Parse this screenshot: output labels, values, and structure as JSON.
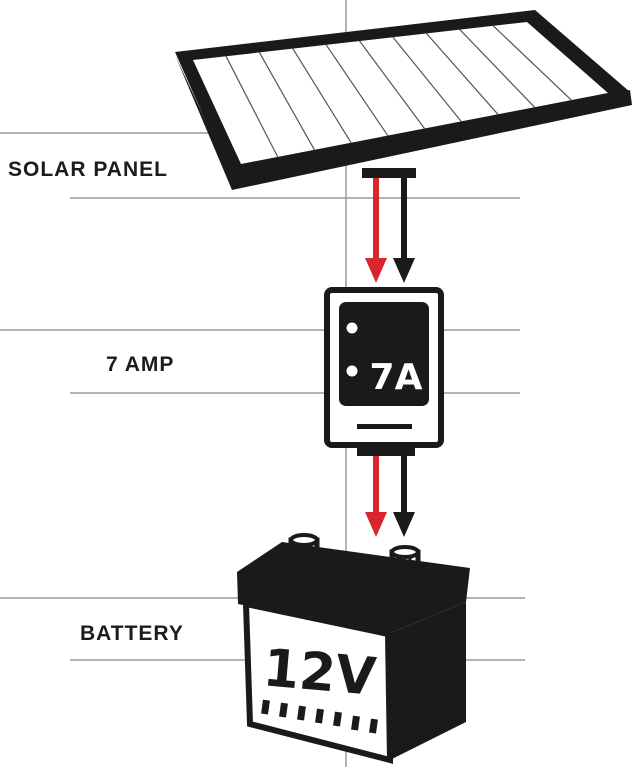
{
  "labels": {
    "solar_panel": "SOLAR PANEL",
    "controller": "7 AMP",
    "battery": "BATTERY"
  },
  "controller_display": "7A",
  "battery_voltage": "12V",
  "colors": {
    "positive_wire": "#d8262d",
    "negative_wire": "#1a1a1a",
    "outline": "#1a1a1a",
    "guide_lines": "#9a9a9a",
    "background": "#ffffff"
  }
}
